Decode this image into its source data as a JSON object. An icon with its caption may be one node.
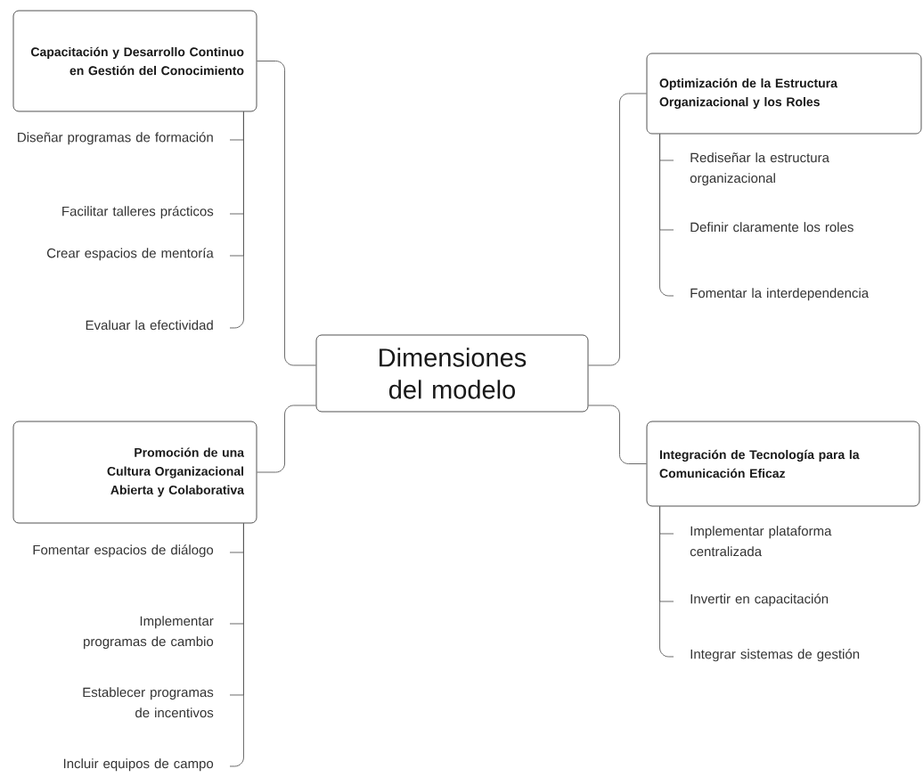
{
  "diagram": {
    "nodes": [
      {
        "text": [
          "Dimensiones del modelo"
        ]
      },
      {
        "text": [
          "Capacitación y Desarrollo Continuo en Gestión del Conocimiento"
        ]
      },
      {
        "text": [
          "Diseñar programas de formación"
        ]
      },
      {
        "text": [
          "Facilitar talleres prácticos"
        ]
      },
      {
        "text": [
          "Crear espacios de mentoría"
        ]
      },
      {
        "text": [
          "Evaluar la efectividad"
        ]
      },
      {
        "text": [
          "Optimización de la Estructura Organizacional y los Roles"
        ]
      },
      {
        "text": [
          "Rediseñar la estructura organizacional"
        ]
      },
      {
        "text": [
          "Definir claramente los roles"
        ]
      },
      {
        "text": [
          "Fomentar la interdependencia"
        ]
      },
      {
        "text": [
          "Promoción de una Cultura Organizacional Abierta y Colaborativa"
        ]
      },
      {
        "text": [
          "Fomentar espacios de diálogo"
        ]
      },
      {
        "text": [
          "Implementar programas de cambio"
        ]
      },
      {
        "text": [
          "Establecer programas de incentivos"
        ]
      },
      {
        "text": [
          "Incluir equipos de campo"
        ]
      },
      {
        "text": [
          "Integración de Tecnología para la Comunicación Eficaz"
        ]
      },
      {
        "text": [
          "Implementar plataforma centralizada"
        ]
      },
      {
        "text": [
          "Invertir en capacitación"
        ]
      },
      {
        "text": [
          "Integrar sistemas de gestión"
        ]
      }
    ],
    "edges": [
      {
        "from": 0,
        "to": 1,
        "arrow": "none"
      },
      {
        "from": 1,
        "to": 2,
        "arrow": "none"
      },
      {
        "from": 1,
        "to": 3,
        "arrow": "none"
      },
      {
        "from": 1,
        "to": 4,
        "arrow": "none"
      },
      {
        "from": 1,
        "to": 5,
        "arrow": "none"
      },
      {
        "from": 0,
        "to": 6,
        "arrow": "none"
      },
      {
        "from": 6,
        "to": 7,
        "arrow": "none"
      },
      {
        "from": 6,
        "to": 8,
        "arrow": "none"
      },
      {
        "from": 6,
        "to": 9,
        "arrow": "none"
      },
      {
        "from": 0,
        "to": 10,
        "arrow": "none"
      },
      {
        "from": 10,
        "to": 11,
        "arrow": "none"
      },
      {
        "from": 10,
        "to": 12,
        "arrow": "none"
      },
      {
        "from": 10,
        "to": 13,
        "arrow": "none"
      },
      {
        "from": 10,
        "to": 14,
        "arrow": "none"
      },
      {
        "from": 0,
        "to": 15,
        "arrow": "none"
      },
      {
        "from": 15,
        "to": 16,
        "arrow": "none"
      },
      {
        "from": 15,
        "to": 17,
        "arrow": "none"
      },
      {
        "from": 15,
        "to": 18,
        "arrow": "none"
      }
    ]
  }
}
